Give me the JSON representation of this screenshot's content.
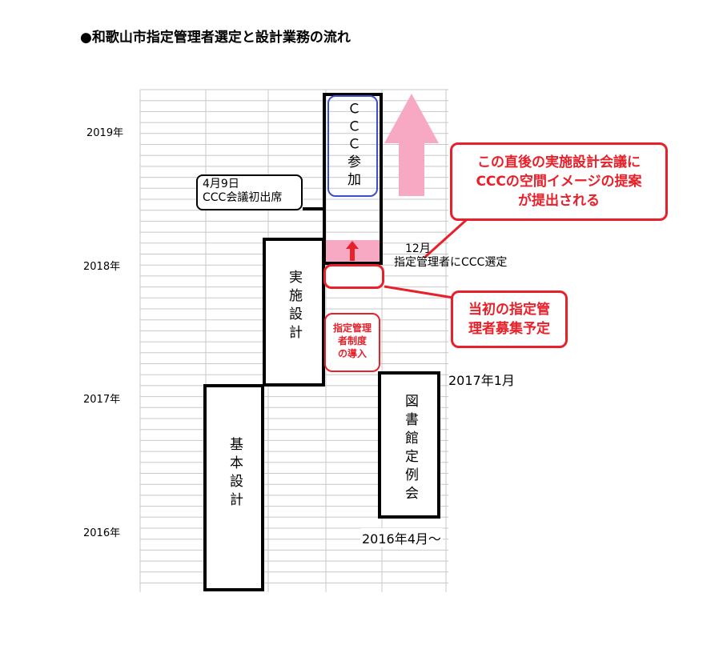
{
  "title": "●和歌山市指定管理者選定と設計業務の流れ",
  "years": [
    "2019年",
    "2018年",
    "2017年",
    "2016年"
  ],
  "bars": {
    "kihon": "基本設計",
    "jisshi": "実施設計",
    "ccc": "ＣＣＣ参加",
    "teireikai": "図書館定例会"
  },
  "notes": {
    "apr9_line1": "4月9日",
    "apr9_line2": "CCC会議初出席",
    "dec_line1": "12月",
    "dec_line2": "指定管理者にCCC選定",
    "jan2017": "2017年1月",
    "apr2016": "2016年4月〜",
    "seido_line1": "指定管理",
    "seido_line2": "者制度",
    "seido_line3": "の導入"
  },
  "callouts": {
    "space_line1": "この直後の実施設計会議に",
    "space_line2": "CCCの空間イメージの提案",
    "space_line3": "が提出される",
    "yotei_line1": "当初の指定管",
    "yotei_line2": "理者募集予定"
  },
  "colors": {
    "red": "#e8202a",
    "pink": "#f7a9c4",
    "blue": "#3b4fd0",
    "grid": "#c8c8c8"
  }
}
